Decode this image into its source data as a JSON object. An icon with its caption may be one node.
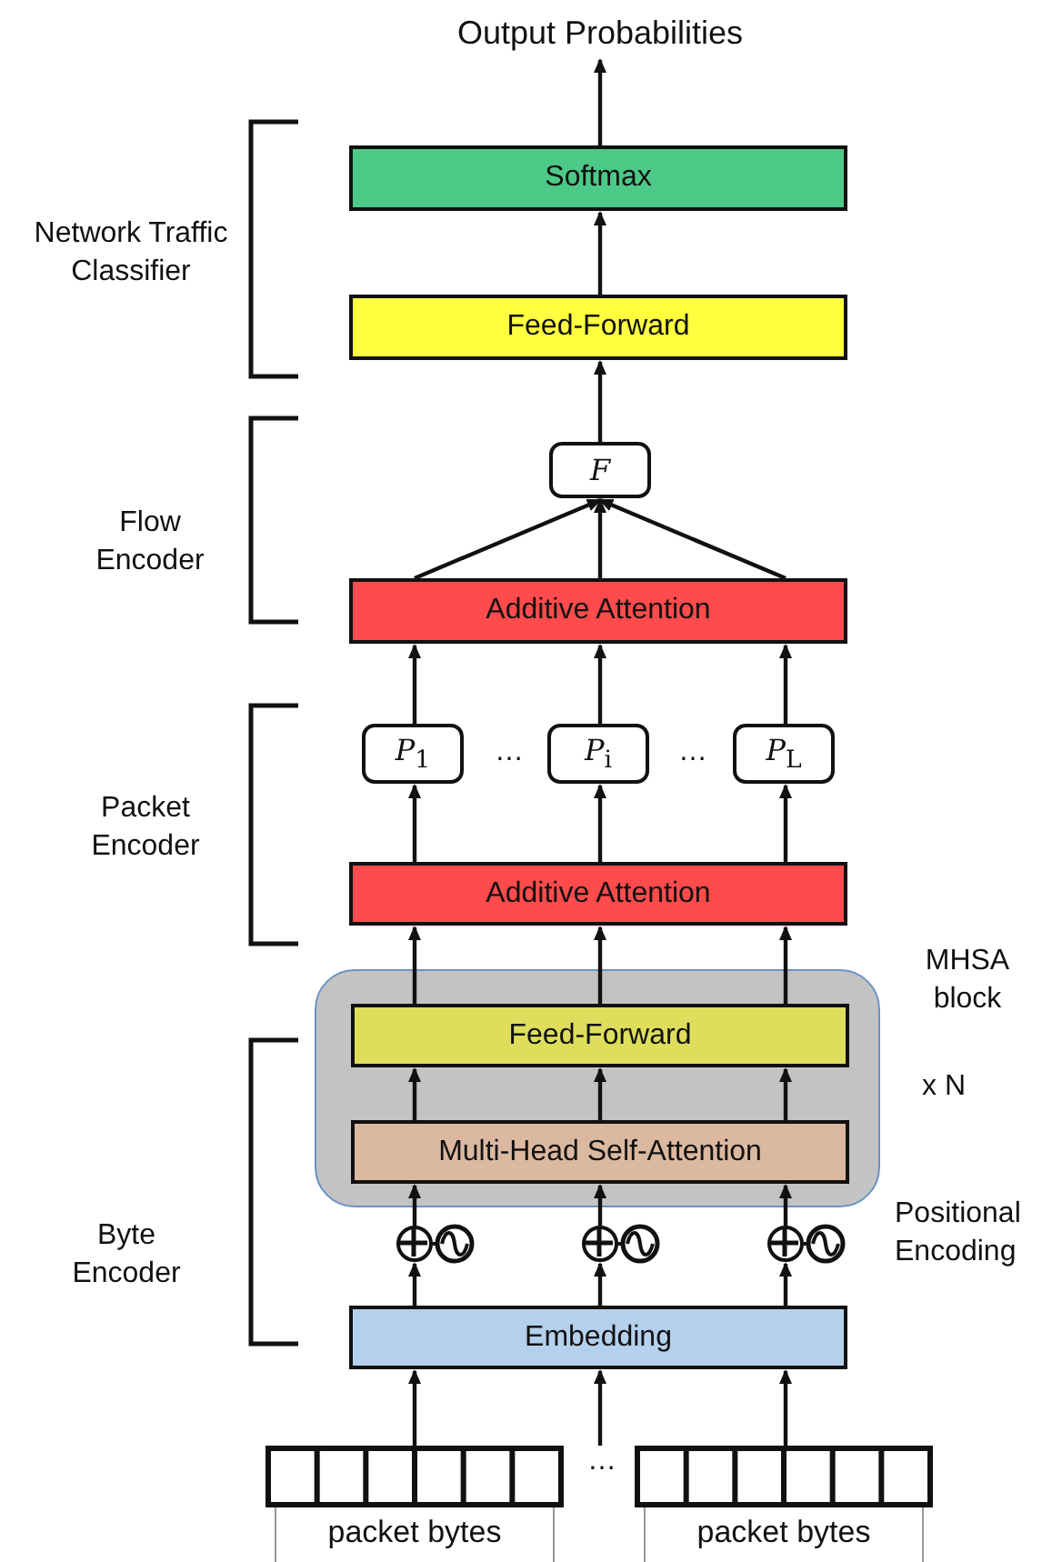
{
  "diagram": {
    "nodes": [
      {
        "text": [
          "Output Probabilities"
        ]
      },
      {
        "text": [
          "Softmax"
        ]
      },
      {
        "text": [
          "Feed-Forward"
        ]
      },
      {
        "text": [
          "F"
        ]
      },
      {
        "text": [
          "Additive Attention"
        ]
      },
      {
        "text": [
          "*P*$_{1}$"
        ]
      },
      {
        "text": [
          "*P*$_{i}$"
        ]
      },
      {
        "text": [
          "*P*$_{L}$"
        ]
      },
      {
        "text": [
          "Additive Attention"
        ]
      },
      {
        "text": [
          "MHSA block"
        ],
        "beside": [
          "x N"
        ]
      },
      {
        "text": [
          "Feed-Forward"
        ],
        "in": 9
      },
      {
        "text": [
          "Multi-Head Self-Attention"
        ],
        "in": 9
      },
      {
        "text": [],
        "shape": "circle"
      },
      {
        "text": [],
        "shape": "circle"
      },
      {
        "text": [],
        "shape": "circle"
      },
      {
        "text": [
          "Embedding"
        ]
      },
      {
        "text": [
          "packet bytes"
        ]
      },
      {
        "text": [
          "packet bytes"
        ]
      }
    ],
    "edges": [
      {
        "from": 1,
        "to": 0,
        "arrow": "to"
      },
      {
        "from": 2,
        "to": 1,
        "arrow": "to"
      },
      {
        "from": 3,
        "to": 2,
        "arrow": "to"
      },
      {
        "from": 4,
        "to": 3,
        "arrow": "to"
      },
      {
        "from": 4,
        "to": 3,
        "arrow": "to"
      },
      {
        "from": 4,
        "to": 3,
        "arrow": "to"
      },
      {
        "from": 5,
        "to": 4,
        "arrow": "to"
      },
      {
        "from": 6,
        "to": 4,
        "arrow": "to"
      },
      {
        "from": 7,
        "to": 4,
        "arrow": "to"
      },
      {
        "from": 8,
        "to": 5,
        "arrow": "to"
      },
      {
        "from": 8,
        "to": 6,
        "arrow": "to"
      },
      {
        "from": 8,
        "to": 7,
        "arrow": "to"
      },
      {
        "from": 10,
        "to": 8,
        "arrow": "to"
      },
      {
        "from": 10,
        "to": 8,
        "arrow": "to"
      },
      {
        "from": 10,
        "to": 8,
        "arrow": "to"
      },
      {
        "from": 11,
        "to": 10,
        "arrow": "to"
      },
      {
        "from": 11,
        "to": 10,
        "arrow": "to"
      },
      {
        "from": 11,
        "to": 10,
        "arrow": "to"
      },
      {
        "from": 12,
        "to": 11,
        "arrow": "to"
      },
      {
        "from": 13,
        "to": 11,
        "arrow": "to"
      },
      {
        "from": 14,
        "to": 11,
        "arrow": "to"
      },
      {
        "from": 15,
        "to": 12,
        "arrow": "to"
      },
      {
        "from": 15,
        "to": 13,
        "arrow": "to"
      },
      {
        "from": 15,
        "to": 14,
        "arrow": "to"
      },
      {
        "from": 16,
        "to": 15,
        "arrow": "to"
      },
      {
        "from": null,
        "to": 15,
        "arrow": "to"
      },
      {
        "from": 17,
        "to": 15,
        "arrow": "to"
      }
    ],
    "labels": [
      "Network Traffic Classifier",
      "Flow Encoder",
      "…",
      "…",
      "Packet Encoder",
      "Positional Encoding",
      "Byte Encoder",
      "…"
    ]
  }
}
